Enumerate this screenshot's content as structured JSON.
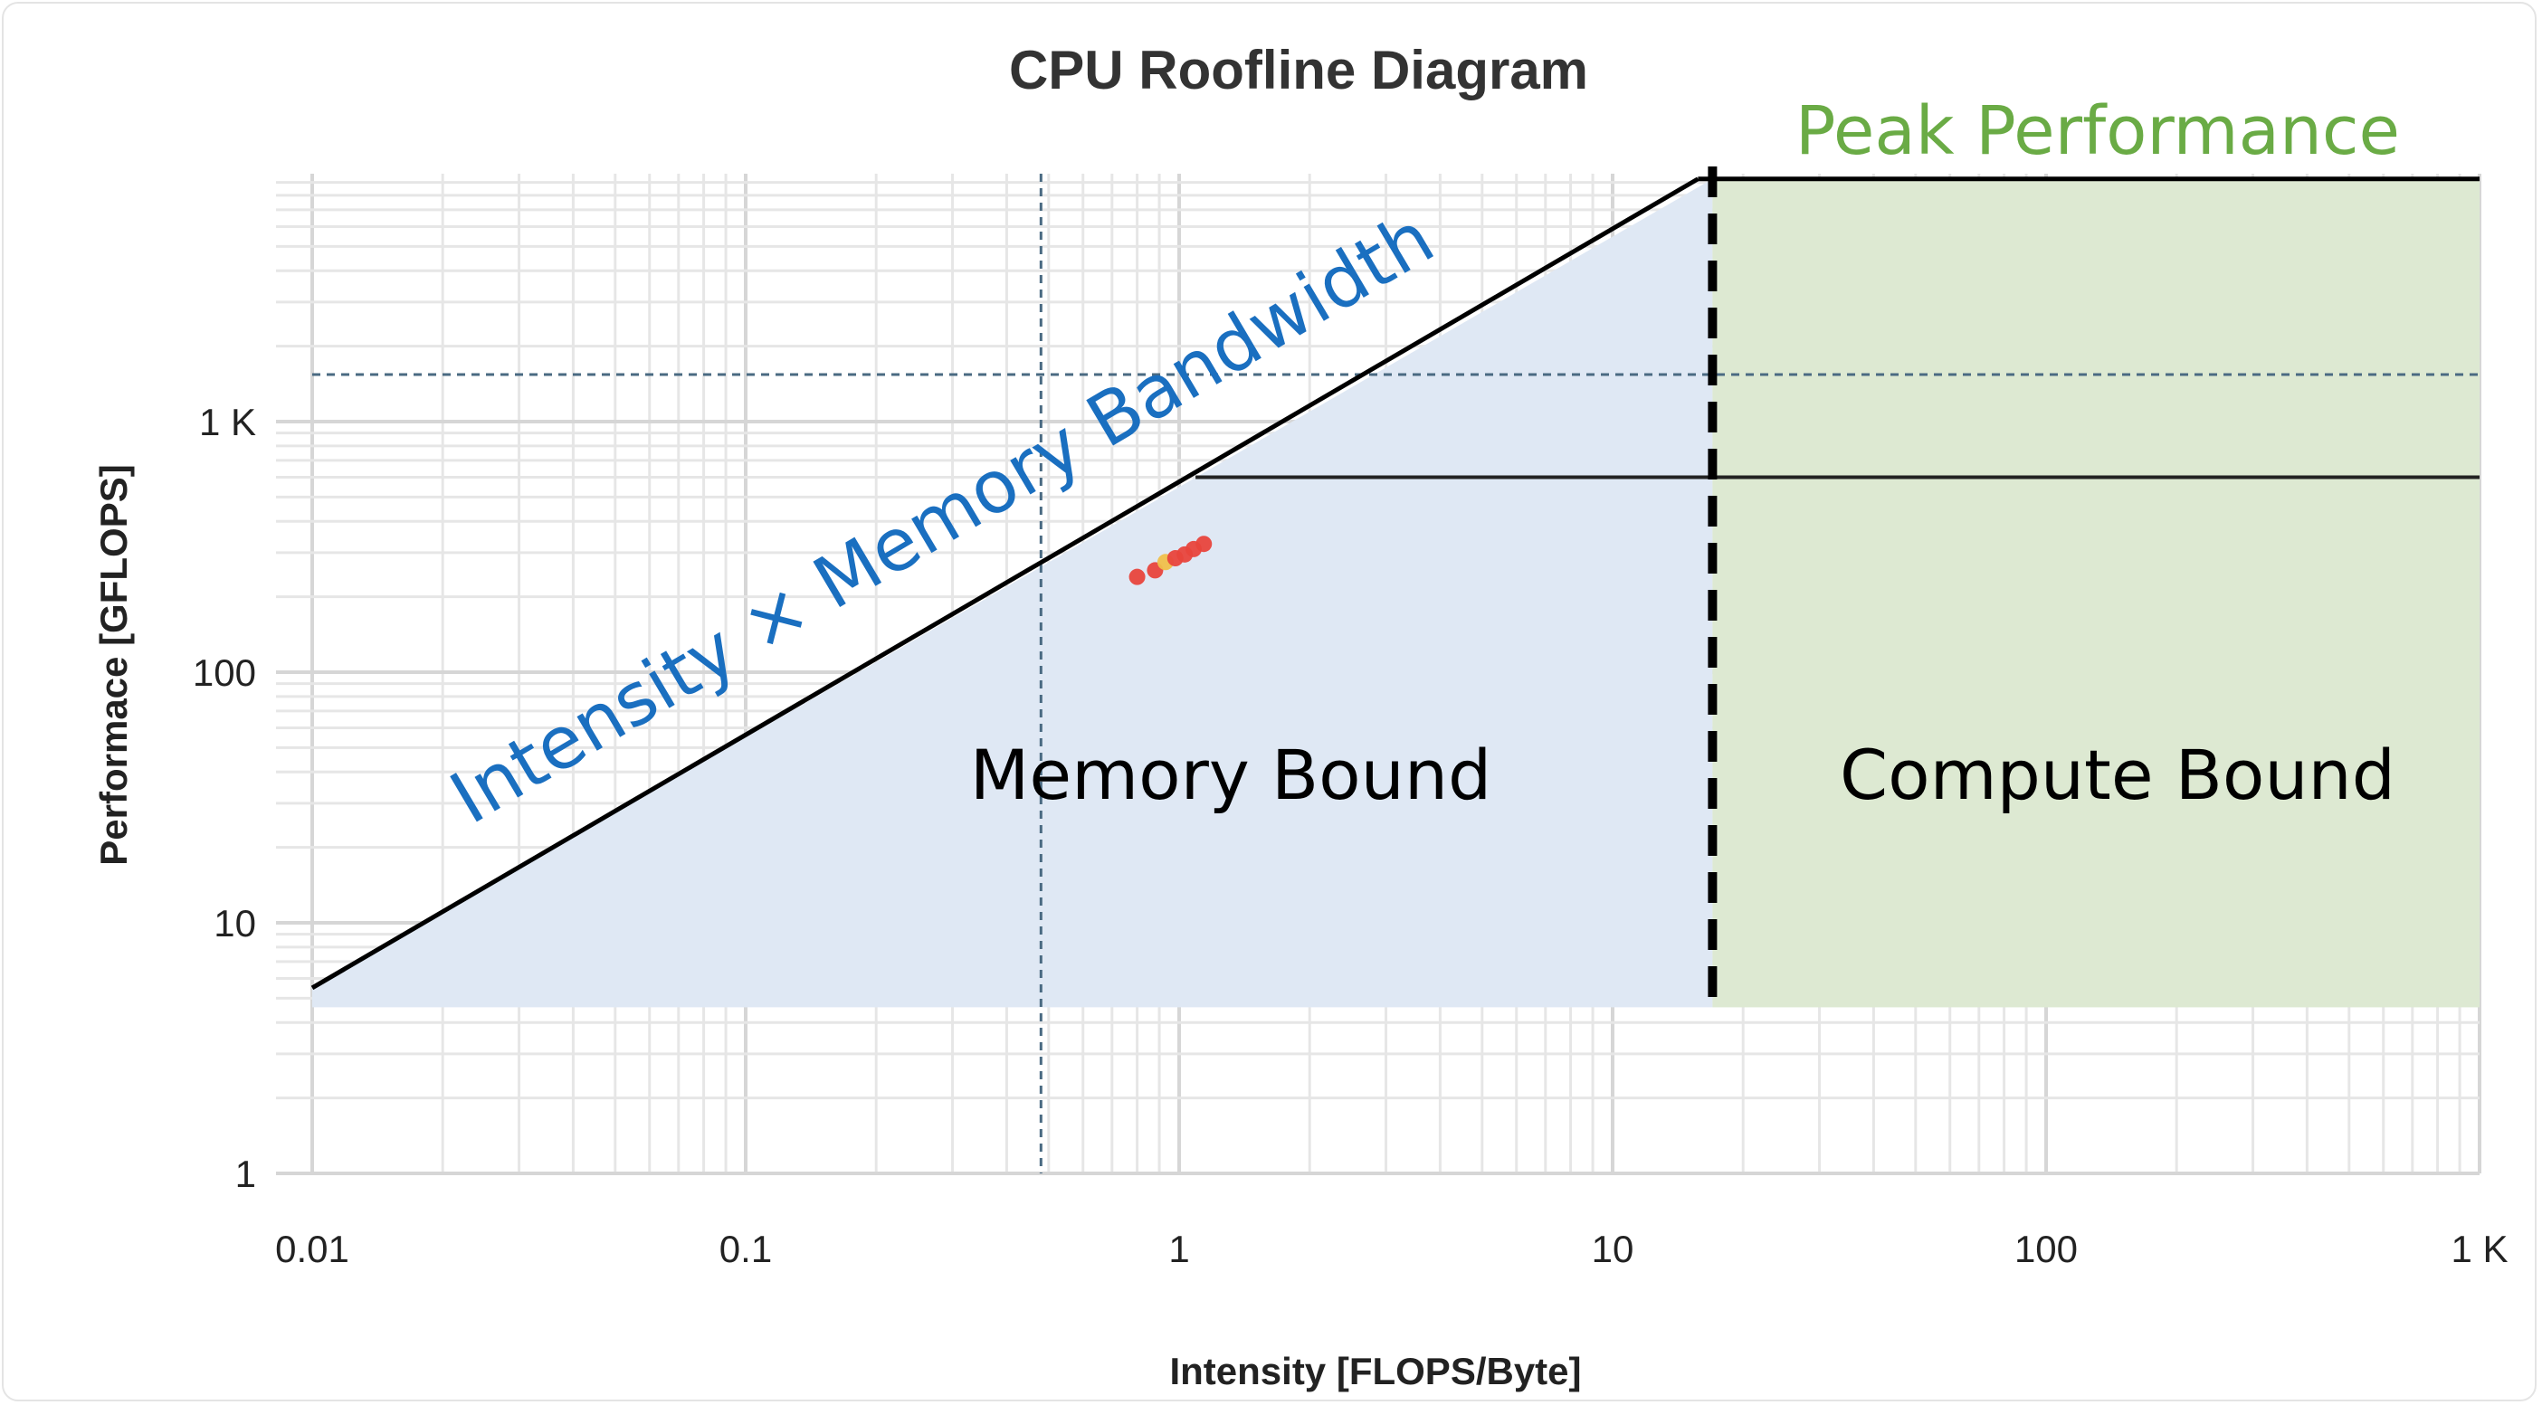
{
  "chart_data": {
    "type": "scatter",
    "title": "CPU Roofline Diagram",
    "xlabel": "Intensity [FLOPS/Byte]",
    "ylabel": "Performace [GFLOPS]",
    "x_scale": "log",
    "y_scale": "log",
    "xlim": [
      0.01,
      1000
    ],
    "ylim": [
      1,
      8000
    ],
    "x_ticks": [
      0.01,
      0.1,
      1,
      10,
      100,
      1000
    ],
    "x_tick_labels": [
      "0.01",
      "0.1",
      "1",
      "10",
      "100",
      "1 K"
    ],
    "y_ticks": [
      1,
      10,
      100,
      1000
    ],
    "y_tick_labels": [
      "1",
      "10",
      "100",
      "1 K"
    ],
    "grid": true,
    "memory_bandwidth_gb_per_s": 550,
    "peak_performance_gflops": 9300,
    "secondary_roof_gflops": 600,
    "ridge_point_intensity": 17,
    "region_floor_gflops": 4.6,
    "reference_lines": {
      "x": 0.48,
      "y": 1540
    },
    "points": [
      {
        "x": 0.8,
        "y": 240,
        "color": "#e8453c"
      },
      {
        "x": 0.88,
        "y": 255,
        "color": "#e8453c"
      },
      {
        "x": 0.93,
        "y": 275,
        "color": "#f0c04a"
      },
      {
        "x": 0.98,
        "y": 285,
        "color": "#e8453c"
      },
      {
        "x": 1.03,
        "y": 295,
        "color": "#e8453c"
      },
      {
        "x": 1.08,
        "y": 310,
        "color": "#e8453c"
      },
      {
        "x": 1.14,
        "y": 325,
        "color": "#e8453c"
      }
    ],
    "annotations": {
      "bandwidth_label": "Intensity × Memory Bandwidth",
      "peak_label": "Peak Performance",
      "memory_region_label": "Memory Bound",
      "compute_region_label": "Compute Bound"
    },
    "colors": {
      "memory_region": "#dfe8f4",
      "compute_region": "#dde9d2",
      "bandwidth_label": "#1a6fc0",
      "peak_label": "#6aab45",
      "roof_line": "#000000",
      "reference_line": "#4a6a82"
    }
  }
}
